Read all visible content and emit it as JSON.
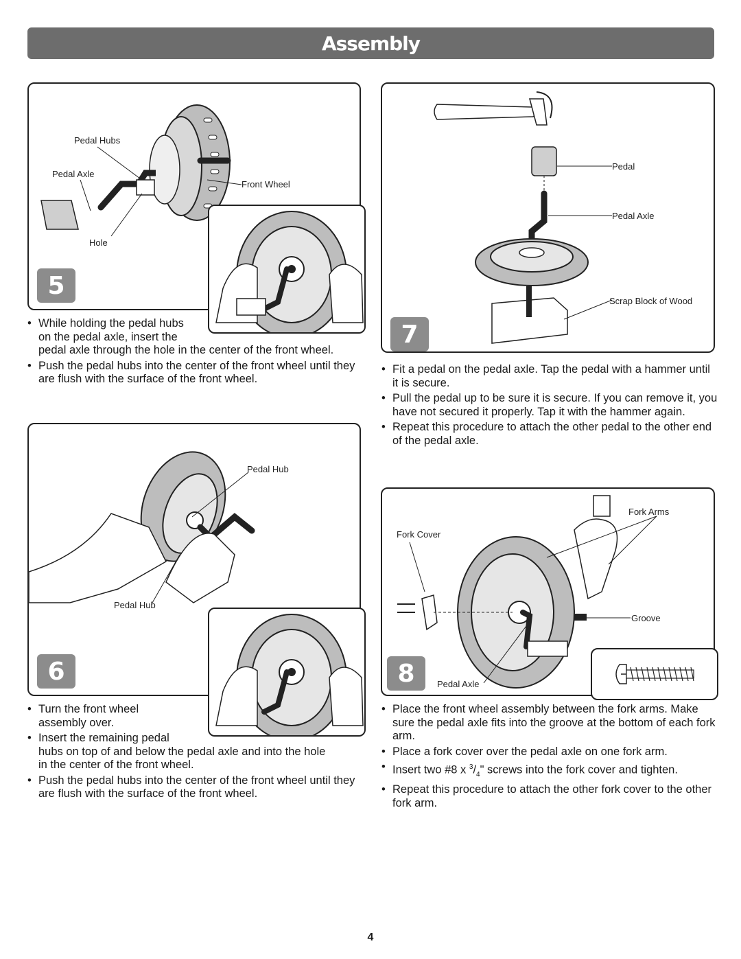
{
  "header": {
    "title": "Assembly"
  },
  "step5": {
    "number": "5",
    "labels": {
      "pedal_hubs": "Pedal Hubs",
      "pedal_axle": "Pedal Axle",
      "front_wheel": "Front Wheel",
      "hole": "Hole"
    },
    "bullets": [
      {
        "line1": "While holding the pedal hubs",
        "line2": "on the pedal axle, insert the",
        "line3": "pedal axle through the hole in the center of the front wheel."
      },
      {
        "text": "Push the pedal hubs into the center of the front wheel until they are flush with the surface of the front wheel."
      }
    ]
  },
  "step6": {
    "number": "6",
    "labels": {
      "pedal_hub_top": "Pedal Hub",
      "pedal_hub_bottom": "Pedal Hub"
    },
    "bullets": [
      {
        "line1": "Turn the front wheel",
        "line2": "assembly over."
      },
      {
        "line1": "Insert the remaining pedal",
        "line2": "hubs on top of and below the pedal axle and into the hole",
        "line3": "in the center of the front wheel."
      },
      {
        "text": "Push the pedal hubs into the center of the front wheel until they are flush with the surface of the front wheel."
      }
    ]
  },
  "step7": {
    "number": "7",
    "labels": {
      "pedal": "Pedal",
      "pedal_axle": "Pedal Axle",
      "scrap_block": "Scrap Block of Wood"
    },
    "bullets": [
      {
        "text": "Fit a pedal on the pedal axle. Tap the pedal with a hammer until it is secure."
      },
      {
        "text": "Pull the pedal up to be sure it is secure. If you can remove it, you have not secured it properly. Tap it with the hammer again."
      },
      {
        "text": "Repeat this procedure to attach the other pedal to the other end of the pedal axle."
      }
    ]
  },
  "step8": {
    "number": "8",
    "labels": {
      "fork_arms": "Fork Arms",
      "fork_cover": "Fork Cover",
      "groove": "Groove",
      "pedal_axle": "Pedal Axle"
    },
    "bullets": [
      {
        "text": "Place the front wheel assembly between the fork arms. Make sure the pedal axle fits into the groove at the bottom of each fork arm."
      },
      {
        "text": "Place a fork cover over the pedal axle on one fork arm."
      },
      {
        "pre": "Insert two #8 x ",
        "frac_num": "3",
        "frac_den": "4",
        "post": "\" screws into the fork cover and tighten."
      },
      {
        "text": "Repeat this procedure to attach the other fork cover to the other fork arm."
      }
    ]
  },
  "page_number": "4"
}
